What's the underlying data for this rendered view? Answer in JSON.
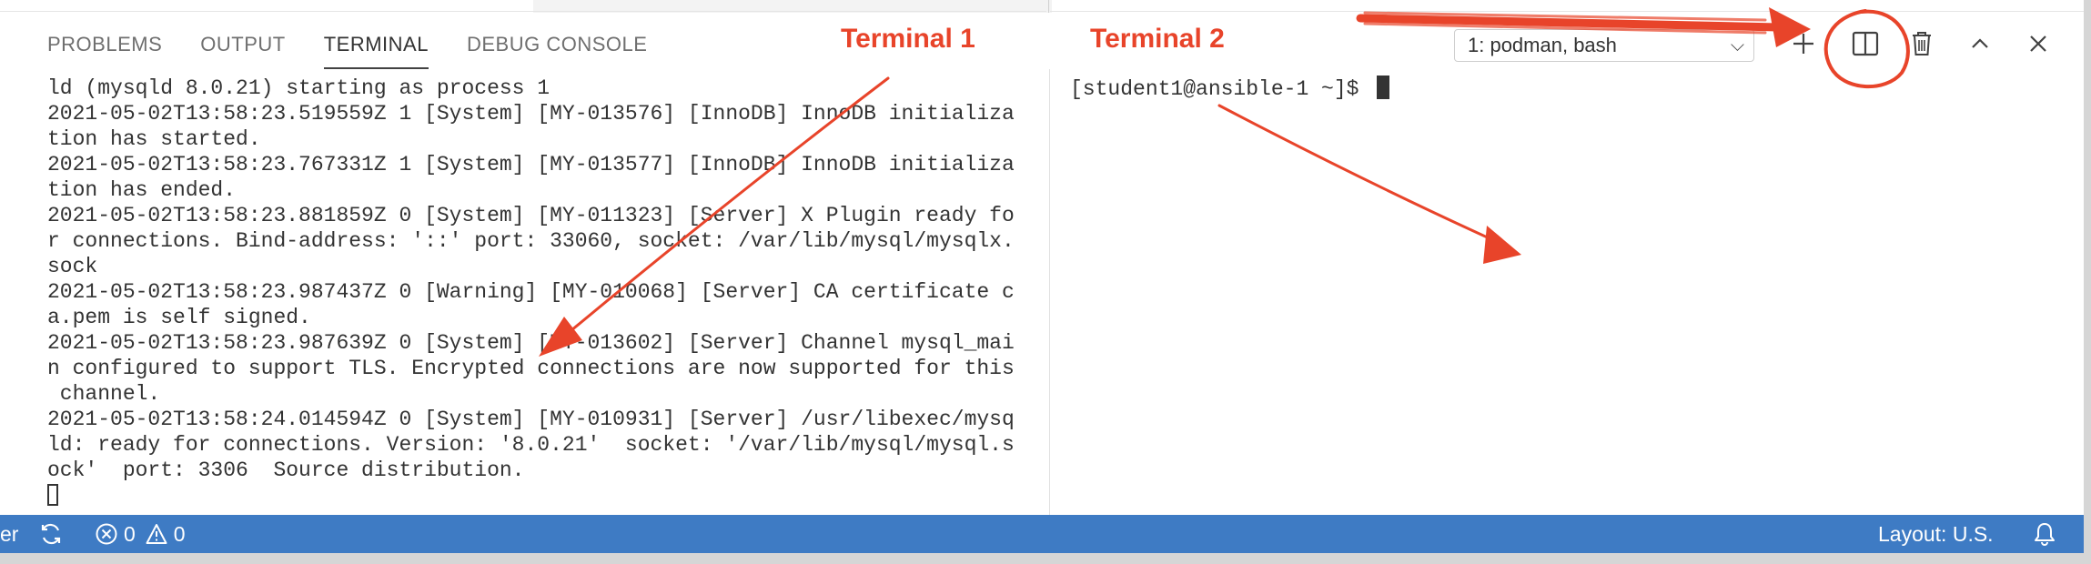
{
  "panel": {
    "tabs": [
      {
        "label": "PROBLEMS",
        "active": false
      },
      {
        "label": "OUTPUT",
        "active": false
      },
      {
        "label": "TERMINAL",
        "active": true
      },
      {
        "label": "DEBUG CONSOLE",
        "active": false
      }
    ],
    "terminal_select": {
      "value": "1: podman, bash"
    },
    "icons": [
      "plus-icon",
      "split-terminal-icon",
      "trash-icon",
      "chevron-up-icon",
      "close-icon"
    ]
  },
  "terminal1": {
    "lines": [
      "ld (mysqld 8.0.21) starting as process 1",
      "2021-05-02T13:58:23.519559Z 1 [System] [MY-013576] [InnoDB] InnoDB initializa",
      "tion has started.",
      "2021-05-02T13:58:23.767331Z 1 [System] [MY-013577] [InnoDB] InnoDB initializa",
      "tion has ended.",
      "2021-05-02T13:58:23.881859Z 0 [System] [MY-011323] [Server] X Plugin ready fo",
      "r connections. Bind-address: '::' port: 33060, socket: /var/lib/mysql/mysqlx.",
      "sock",
      "2021-05-02T13:58:23.987437Z 0 [Warning] [MY-010068] [Server] CA certificate c",
      "a.pem is self signed.",
      "2021-05-02T13:58:23.987639Z 0 [System] [MY-013602] [Server] Channel mysql_mai",
      "n configured to support TLS. Encrypted connections are now supported for this",
      " channel.",
      "2021-05-02T13:58:24.014594Z 0 [System] [MY-010931] [Server] /usr/libexec/mysq",
      "ld: ready for connections. Version: '8.0.21'  socket: '/var/lib/mysql/mysql.s",
      "ock'  port: 3306  Source distribution."
    ]
  },
  "terminal2": {
    "prompt": "[student1@ansible-1 ~]$ "
  },
  "annotations": {
    "terminal1_label": "Terminal 1",
    "terminal2_label": "Terminal 2",
    "color": "#e8442a"
  },
  "statusbar": {
    "left_fragment": "er",
    "errors": "0",
    "warnings": "0",
    "layout": "Layout: U.S.",
    "color": "#3e7bc4"
  }
}
